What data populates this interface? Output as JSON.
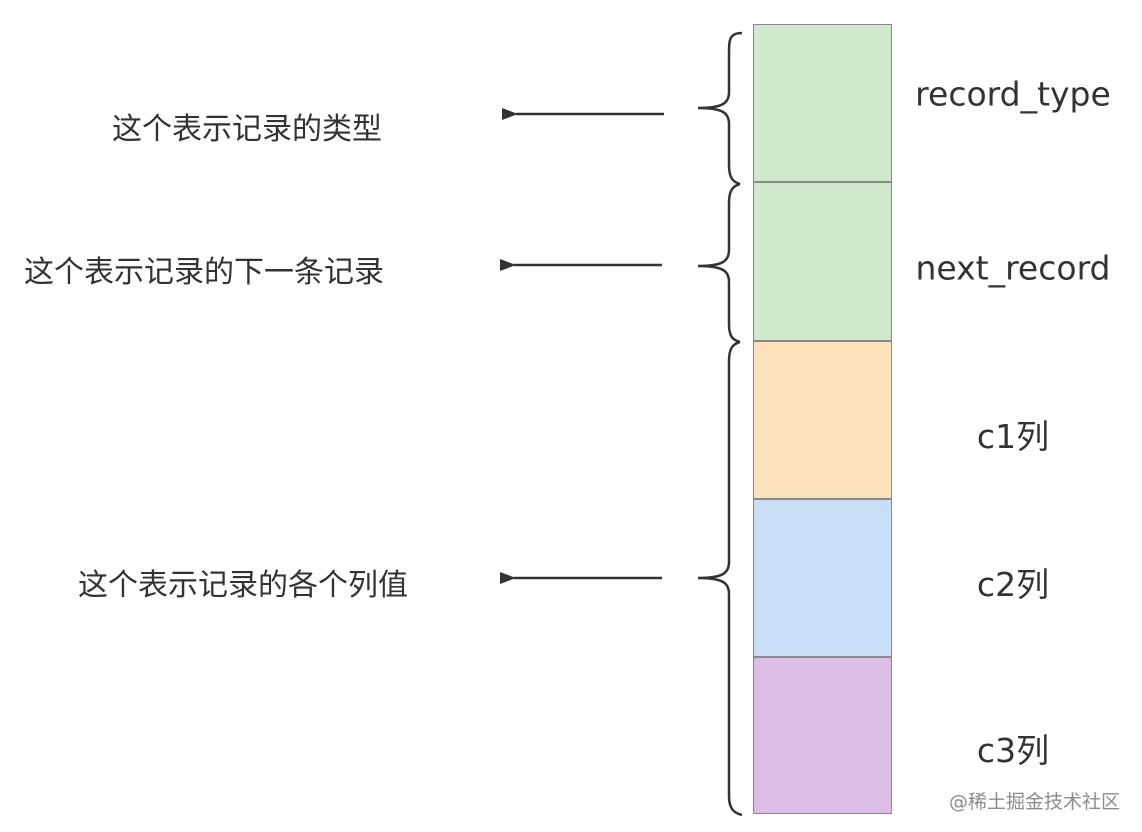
{
  "fields": [
    {
      "name": "record_type",
      "color": "#d0e8cc"
    },
    {
      "name": "next_record",
      "color": "#d0e8cc"
    },
    {
      "name": "c1列",
      "color": "#fbe2bb"
    },
    {
      "name": "c2列",
      "color": "#c8dff7"
    },
    {
      "name": "c3列",
      "color": "#dcbde4"
    }
  ],
  "descriptions": [
    {
      "text": "这个表示记录的类型",
      "target": "record_type"
    },
    {
      "text": "这个表示记录的下一条记录",
      "target": "next_record"
    },
    {
      "text": "这个表示记录的各个列值",
      "target": "c1列, c2列, c3列"
    }
  ],
  "watermark": "@稀土掘金技术社区",
  "colors": {
    "stroke": "#333333",
    "border": "#8a8a8a",
    "text": "#333333"
  }
}
